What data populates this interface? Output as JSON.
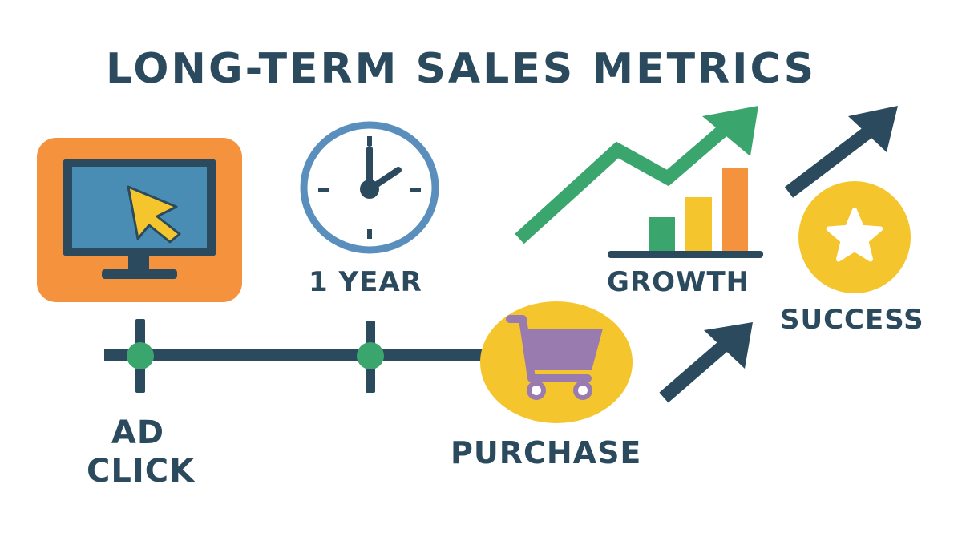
{
  "title": "LONG-TERM SALES METRICS",
  "labels": {
    "ad_line1": "AD",
    "ad_line2": "CLICK",
    "year": "1 YEAR",
    "growth": "GROWTH",
    "purchase": "PURCHASE",
    "success": "SUCCESS"
  },
  "colors": {
    "navy": "#2b4a5e",
    "orange": "#f5923e",
    "screen_blue": "#4a8db4",
    "yellow": "#f5c52e",
    "green": "#3aa66e",
    "clock_blue": "#5a8fbd",
    "cart_purple": "#9a7bb0",
    "white": "#ffffff"
  },
  "icons": {
    "computer": "monitor-with-cursor-icon",
    "clock": "clock-icon",
    "chart": "growth-chart-icon",
    "cart": "shopping-cart-icon",
    "star": "star-icon",
    "arrows": "up-right-arrow-icon"
  }
}
